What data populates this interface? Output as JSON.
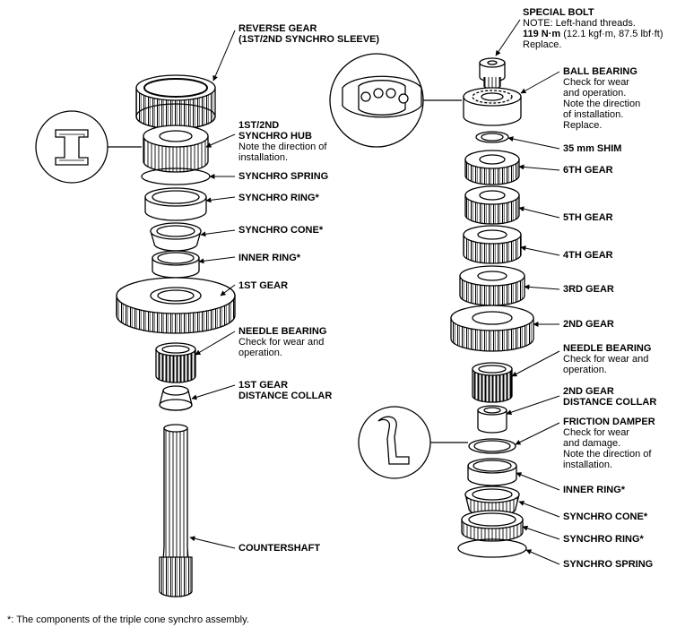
{
  "left_column": {
    "reverse_gear": [
      "REVERSE GEAR",
      "(1ST/2ND SYNCHRO SLEEVE)"
    ],
    "synchro_hub": [
      "1ST/2ND",
      "SYNCHRO HUB"
    ],
    "synchro_hub_note": [
      "Note the direction of",
      "installation."
    ],
    "synchro_spring": "SYNCHRO SPRING",
    "synchro_ring": "SYNCHRO RING*",
    "synchro_cone": "SYNCHRO CONE*",
    "inner_ring": "INNER RING*",
    "first_gear": "1ST GEAR",
    "needle_bearing": "NEEDLE BEARING",
    "needle_bearing_note": [
      "Check for wear and",
      "operation."
    ],
    "distance_collar": [
      "1ST GEAR",
      "DISTANCE COLLAR"
    ],
    "countershaft": "COUNTERSHAFT"
  },
  "right_column": {
    "special_bolt": "SPECIAL BOLT",
    "special_bolt_note": [
      "NOTE: Left-hand threads."
    ],
    "special_bolt_torque": "119 N·m",
    "special_bolt_torque_rest": " (12.1 kgf·m, 87.5 lbf·ft)",
    "special_bolt_replace": "Replace.",
    "ball_bearing": "BALL BEARING",
    "ball_bearing_note": [
      "Check for wear",
      "and operation.",
      "Note the direction",
      "of installation.",
      "Replace."
    ],
    "shim": "35 mm SHIM",
    "sixth_gear": "6TH GEAR",
    "fifth_gear": "5TH GEAR",
    "fourth_gear": "4TH GEAR",
    "third_gear": "3RD GEAR",
    "second_gear": "2ND GEAR",
    "needle_bearing": "NEEDLE BEARING",
    "needle_bearing_note": [
      "Check for wear and",
      "operation."
    ],
    "distance_collar": [
      "2ND GEAR",
      "DISTANCE COLLAR"
    ],
    "friction_damper": "FRICTION DAMPER",
    "friction_damper_note": [
      "Check for wear",
      "and damage.",
      "Note the direction of",
      "installation."
    ],
    "inner_ring": "INNER RING*",
    "synchro_cone": "SYNCHRO CONE*",
    "synchro_ring": "SYNCHRO RING*",
    "synchro_spring": "SYNCHRO SPRING"
  },
  "footnote": "*: The components of the triple cone synchro assembly."
}
